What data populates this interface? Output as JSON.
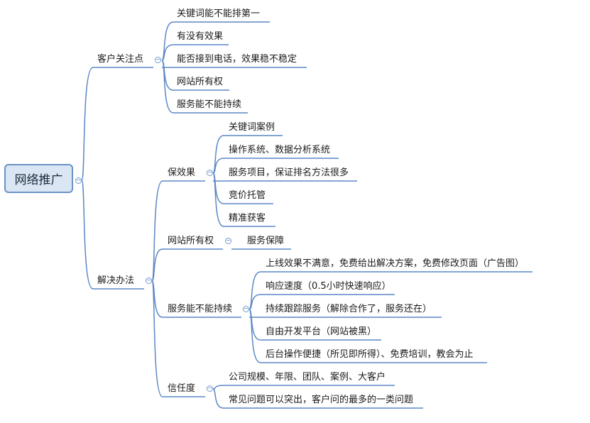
{
  "root": {
    "label": "网络推广"
  },
  "branches": [
    {
      "label": "客户关注点",
      "children": [
        {
          "label": "关键词能不能排第一"
        },
        {
          "label": "有没有效果"
        },
        {
          "label": "能否接到电话，效果稳不稳定"
        },
        {
          "label": "网站所有权"
        },
        {
          "label": "服务能不能持续"
        }
      ]
    },
    {
      "label": "解决办法",
      "children": [
        {
          "label": "保效果",
          "children": [
            {
              "label": "关键词案例"
            },
            {
              "label": "操作系统、数据分析系统"
            },
            {
              "label": "服务项目，保证排名方法很多"
            },
            {
              "label": "竞价托管"
            },
            {
              "label": "精准获客"
            }
          ]
        },
        {
          "label": "网站所有权",
          "children": [
            {
              "label": "服务保障"
            }
          ]
        },
        {
          "label": "服务能不能持续",
          "children": [
            {
              "label": "上线效果不满意，免费给出解决方案，免费修改页面（广告图）"
            },
            {
              "label": "响应速度（0.5小时快速响应）"
            },
            {
              "label": "持续跟踪服务（解除合作了，服务还在）"
            },
            {
              "label": "自由开发平台（网站被黑）"
            },
            {
              "label": "后台操作便捷（所见即所得）、免费培训，教会为止"
            }
          ]
        },
        {
          "label": "信任度",
          "children": [
            {
              "label": "公司规模、年限、团队、案例、大客户"
            },
            {
              "label": "常见问题可以突出，客户问的最多的一类问题"
            }
          ]
        }
      ]
    }
  ],
  "colors": {
    "line": "#5b87c5",
    "root_fill": "#dbe6f4",
    "root_border": "#6a93c4"
  },
  "icons": {
    "collapse": "collapse-minus-icon"
  }
}
